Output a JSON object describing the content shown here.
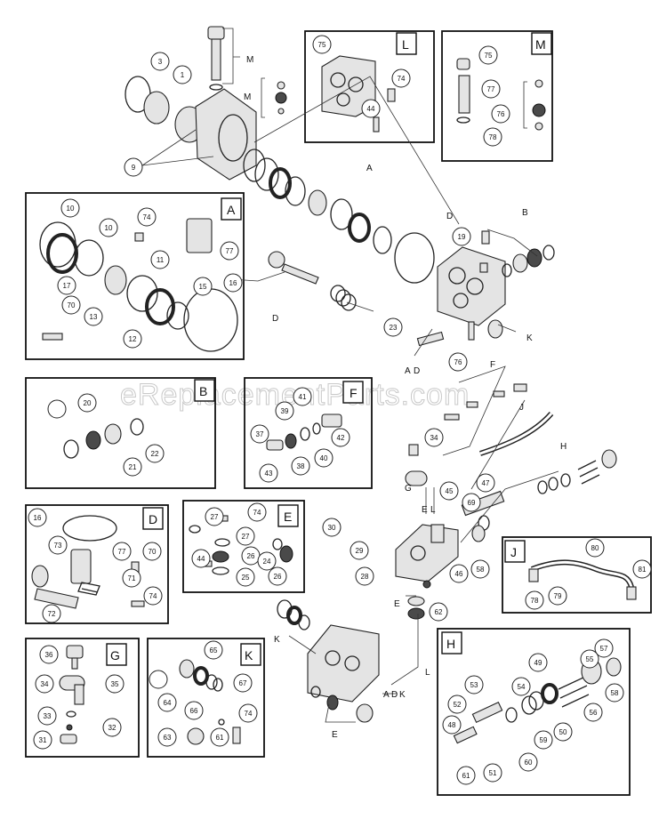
{
  "watermark": "eReplacementParts.com",
  "kit_labels": [
    "A",
    "B",
    "D",
    "E",
    "F",
    "G",
    "H",
    "J",
    "K",
    "L",
    "M"
  ],
  "callout_numbers": [
    "1",
    "3",
    "9",
    "10",
    "11",
    "12",
    "13",
    "15",
    "16",
    "17",
    "19",
    "20",
    "21",
    "22",
    "23",
    "24",
    "25",
    "26",
    "27",
    "28",
    "29",
    "30",
    "31",
    "32",
    "33",
    "34",
    "35",
    "36",
    "37",
    "38",
    "39",
    "40",
    "41",
    "42",
    "43",
    "44",
    "45",
    "46",
    "47",
    "48",
    "49",
    "50",
    "51",
    "52",
    "53",
    "54",
    "55",
    "56",
    "57",
    "58",
    "59",
    "60",
    "61",
    "62",
    "63",
    "64",
    "65",
    "66",
    "67",
    "69",
    "70",
    "71",
    "72",
    "73",
    "74",
    "75",
    "76",
    "77",
    "78",
    "79",
    "80",
    "81"
  ]
}
